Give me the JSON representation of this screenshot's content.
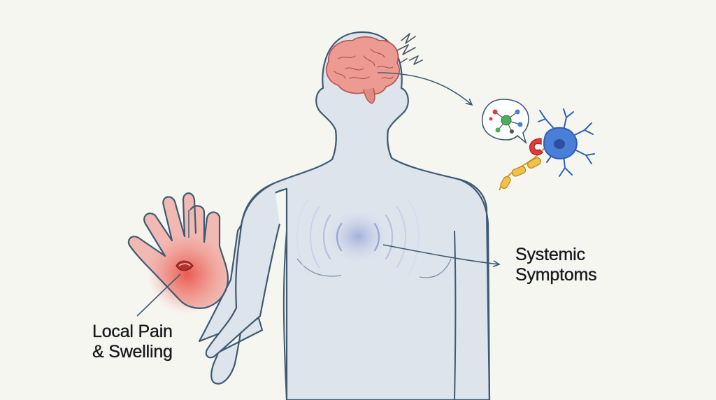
{
  "labels": {
    "local": {
      "line1": "Local Pain",
      "line2": "& Swelling"
    },
    "systemic": {
      "line1": "Systemic",
      "line2": "Symptoms"
    }
  },
  "colors": {
    "background": "#f6f6f1",
    "body_fill": "#dde4ec",
    "body_outline": "#3e5a72",
    "brain": "#ec9a92",
    "inflammation": "#e8403c",
    "chest_glow": "#8f9ed6",
    "neuron": "#4a7fd8",
    "myelin": "#f0c14b",
    "receptor": "#e03c3c",
    "molecule_center": "#4cae58"
  },
  "icons": [
    "brain-icon",
    "hand-wound-icon",
    "neuron-icon",
    "molecule-icon",
    "lightning-icon"
  ]
}
